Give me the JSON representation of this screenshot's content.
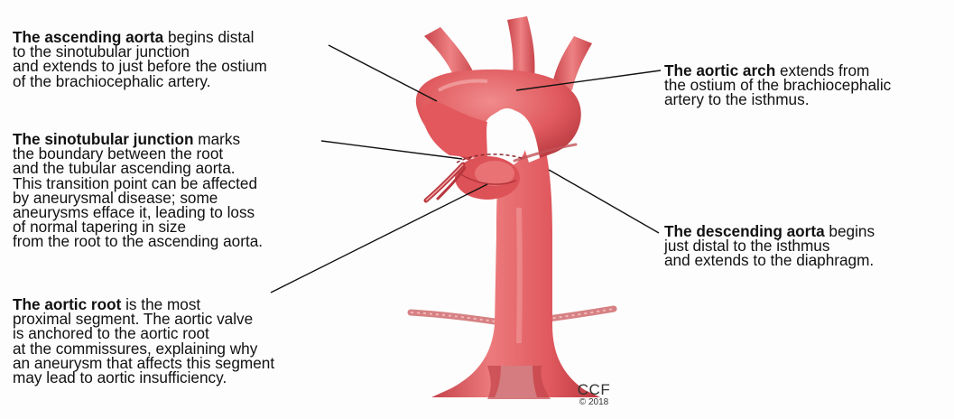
{
  "labels": {
    "ascending": {
      "bold": "The ascending aorta",
      "lines": [
        "begins distal",
        "to the sinotubular junction",
        "and extends to just before the ostium",
        "of the brachiocephalic artery."
      ]
    },
    "sinotubular": {
      "bold": "The sinotubular junction",
      "lines": [
        "marks",
        "the boundary between the root",
        "and the tubular ascending aorta.",
        "This transition point can be affected",
        "by aneurysmal disease; some",
        "aneurysms efface it, leading to loss",
        "of normal tapering in size",
        "from the root to the ascending aorta."
      ]
    },
    "root": {
      "bold": "The aortic root",
      "lines": [
        "is the most",
        "proximal segment. The aortic valve",
        "is anchored to the aortic root",
        "at the commissures, explaining why",
        "an aneurysm that affects this segment",
        "may lead to aortic insufficiency."
      ]
    },
    "arch": {
      "bold": "The aortic arch",
      "lines": [
        "extends from",
        "the ostium of the brachiocephalic",
        "artery to the isthmus."
      ]
    },
    "descending": {
      "bold": "The descending aorta",
      "lines": [
        "begins",
        "just distal to the isthmus",
        "and extends to the diaphragm."
      ]
    }
  },
  "credit": {
    "name": "CCF",
    "year": "© 2018"
  },
  "colors": {
    "aorta": "#e05a5e",
    "aorta_dark": "#b8363d",
    "highlight": "#f3a9a9",
    "leader": "#111111"
  }
}
